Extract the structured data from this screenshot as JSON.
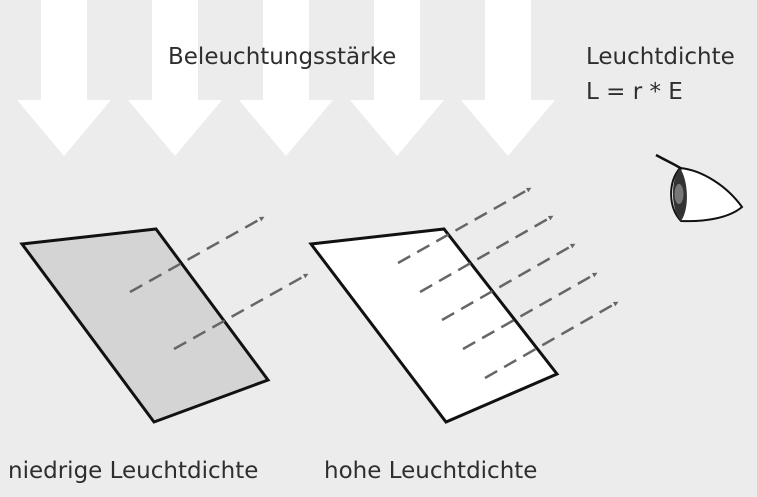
{
  "labels": {
    "illuminance": "Beleuchtungsstärke",
    "luminance_title": "Leuchtdichte",
    "formula": "L = r * E",
    "low_luminance": "niedrige Leuchtdichte",
    "high_luminance": "hohe Leuchtdichte"
  },
  "incident_arrow_count": 5,
  "surfaces": [
    {
      "name": "dark-surface",
      "reflection": "low",
      "reflected_ray_count": 2
    },
    {
      "name": "bright-surface",
      "reflection": "high",
      "reflected_ray_count": 5
    }
  ],
  "colors": {
    "background": "#ececec",
    "incident_arrows": "#ffffff",
    "dark_surface": "#d4d4d4",
    "bright_surface": "#ffffff",
    "outline": "#111111",
    "rays": "#666666",
    "text": "#2e2e2e"
  },
  "icons": [
    "eye-icon"
  ]
}
